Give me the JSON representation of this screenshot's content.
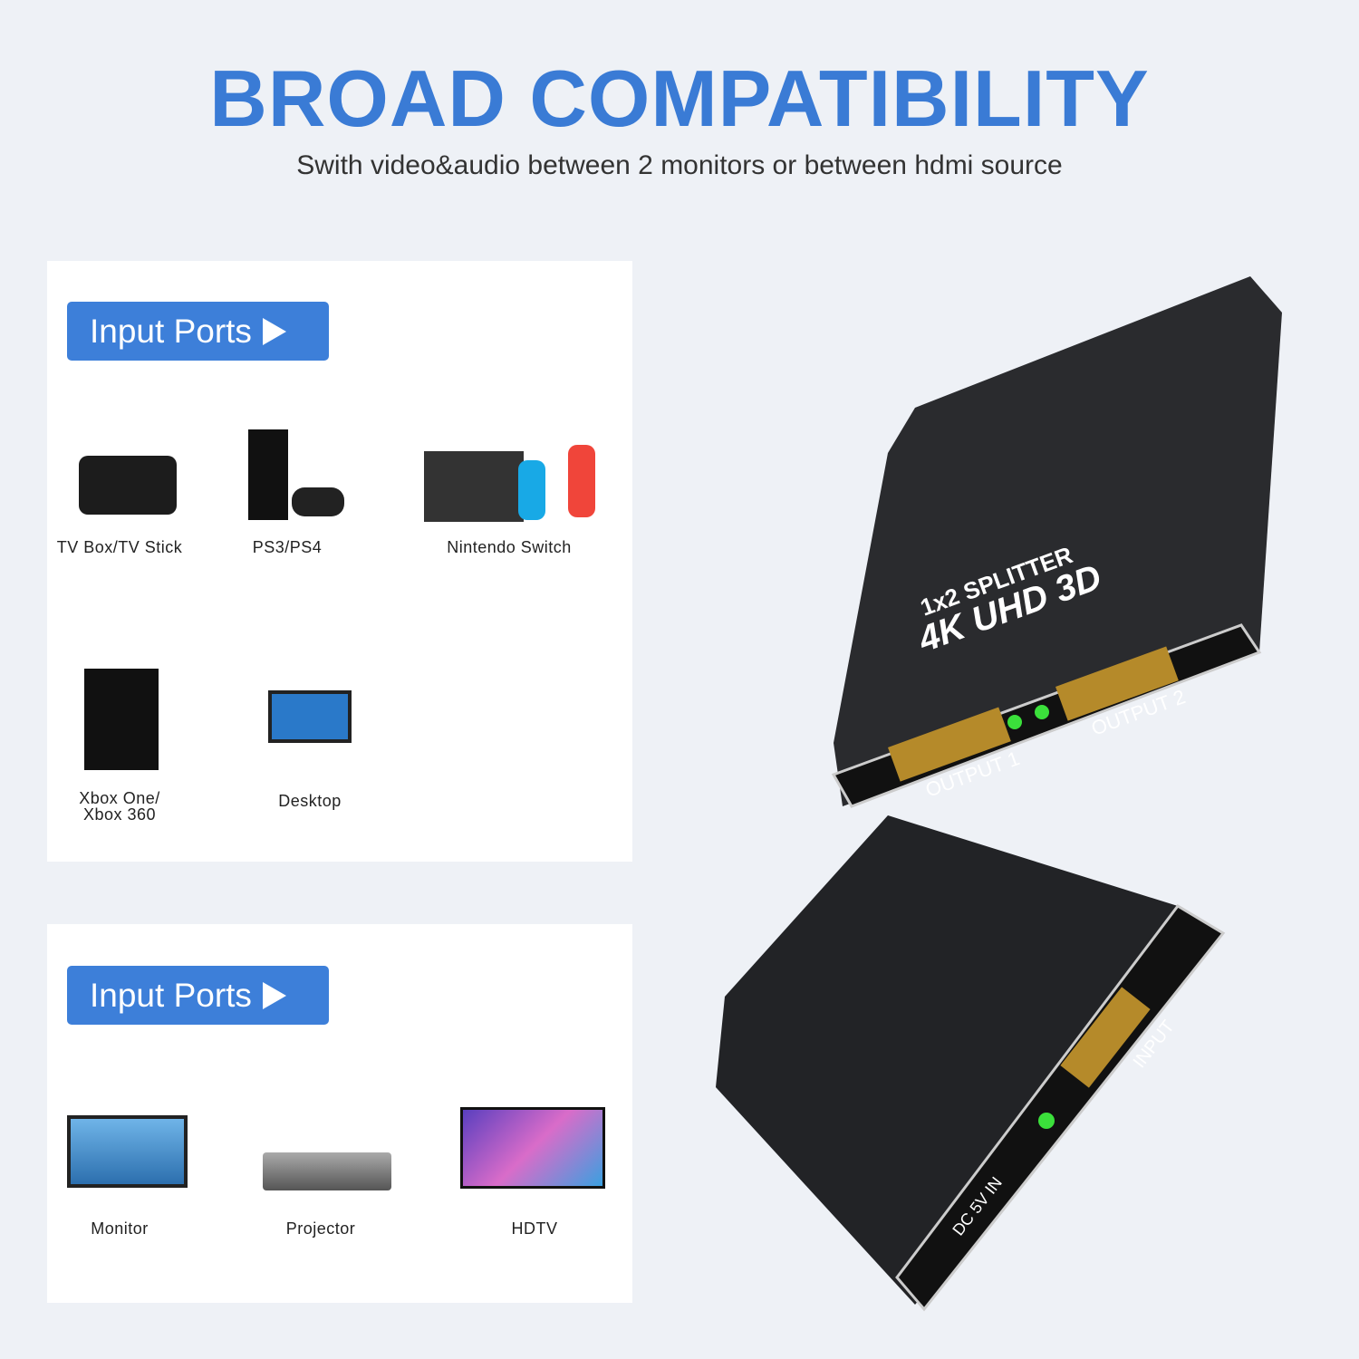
{
  "header": {
    "title": "BROAD COMPATIBILITY",
    "subtitle": "Swith video&audio between 2 monitors or between hdmi source"
  },
  "input_card": {
    "button_label": "Input Ports",
    "devices": [
      {
        "label": "TV Box/TV Stick",
        "icon": "tv-box-icon"
      },
      {
        "label": "PS3/PS4",
        "icon": "playstation-icon"
      },
      {
        "label": "Nintendo Switch",
        "icon": "nintendo-switch-icon"
      },
      {
        "label": "Xbox One/\nXbox 360",
        "icon": "xbox-icon"
      },
      {
        "label": "Desktop",
        "icon": "desktop-icon"
      }
    ]
  },
  "output_card": {
    "button_label": "Input Ports",
    "devices": [
      {
        "label": "Monitor",
        "icon": "monitor-icon"
      },
      {
        "label": "Projector",
        "icon": "projector-icon"
      },
      {
        "label": "HDTV",
        "icon": "hdtv-icon"
      }
    ]
  },
  "product": {
    "top_label_1": "1x2 SPLITTER",
    "top_label_2": "4K UHD 3D",
    "port_1": "OUTPUT 1",
    "port_2": "OUTPUT 2",
    "input_port": "INPUT",
    "power_port": "DC 5V IN"
  },
  "colors": {
    "accent": "#3a7bd5",
    "button": "#3d7fd9",
    "background": "#eef1f6"
  }
}
